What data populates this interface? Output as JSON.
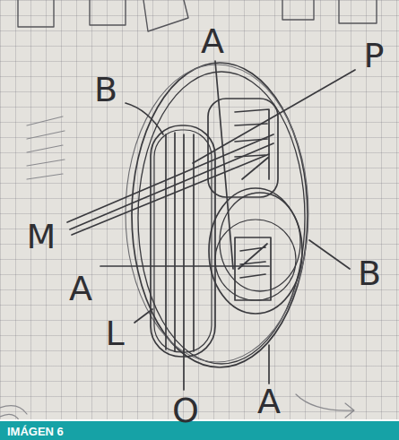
{
  "diagram": {
    "caption": "IMÁGEN 6",
    "labels": [
      "B",
      "A",
      "P",
      "M",
      "A",
      "B",
      "L",
      "O",
      "A"
    ]
  }
}
